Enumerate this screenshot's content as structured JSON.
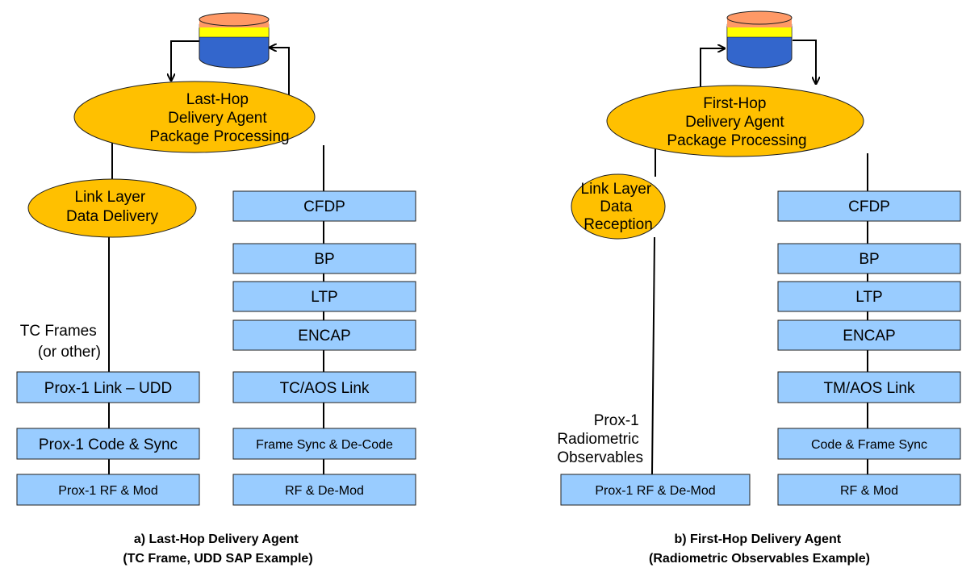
{
  "colors": {
    "box_fill": "#99ccff",
    "ellipse_fill": "#ffc000",
    "db_top": "#ff9966",
    "db_band": "#ffff00",
    "db_body": "#3366cc",
    "line": "#000000"
  },
  "panel_a": {
    "database_icon": "database-icon",
    "agent": [
      "Last-Hop",
      "Delivery Agent",
      "Package Processing"
    ],
    "link_layer": [
      "Link Layer",
      "Data Delivery"
    ],
    "stack": [
      "CFDP",
      "BP",
      "LTP",
      "ENCAP",
      "TC/AOS Link",
      "Frame Sync & De-Code",
      "RF & De-Mod"
    ],
    "frames_label": [
      "TC Frames",
      "(or other)"
    ],
    "prox_stack": [
      "Prox-1 Link – UDD",
      "Prox-1 Code & Sync",
      "Prox-1 RF & Mod"
    ],
    "caption": [
      "a) Last-Hop Delivery Agent",
      "(TC Frame, UDD SAP Example)"
    ]
  },
  "panel_b": {
    "database_icon": "database-icon",
    "agent": [
      "First-Hop",
      "Delivery Agent",
      "Package Processing"
    ],
    "link_layer": [
      "Link Layer",
      "Data",
      "Reception"
    ],
    "stack": [
      "CFDP",
      "BP",
      "LTP",
      "ENCAP",
      "TM/AOS Link",
      "Code & Frame Sync",
      "RF & Mod"
    ],
    "observables_label": [
      "Prox-1",
      "Radiometric",
      "Observables"
    ],
    "prox_stack": [
      "Prox-1 RF & De-Mod"
    ],
    "caption": [
      "b) First-Hop Delivery Agent",
      "(Radiometric Observables Example)"
    ]
  }
}
